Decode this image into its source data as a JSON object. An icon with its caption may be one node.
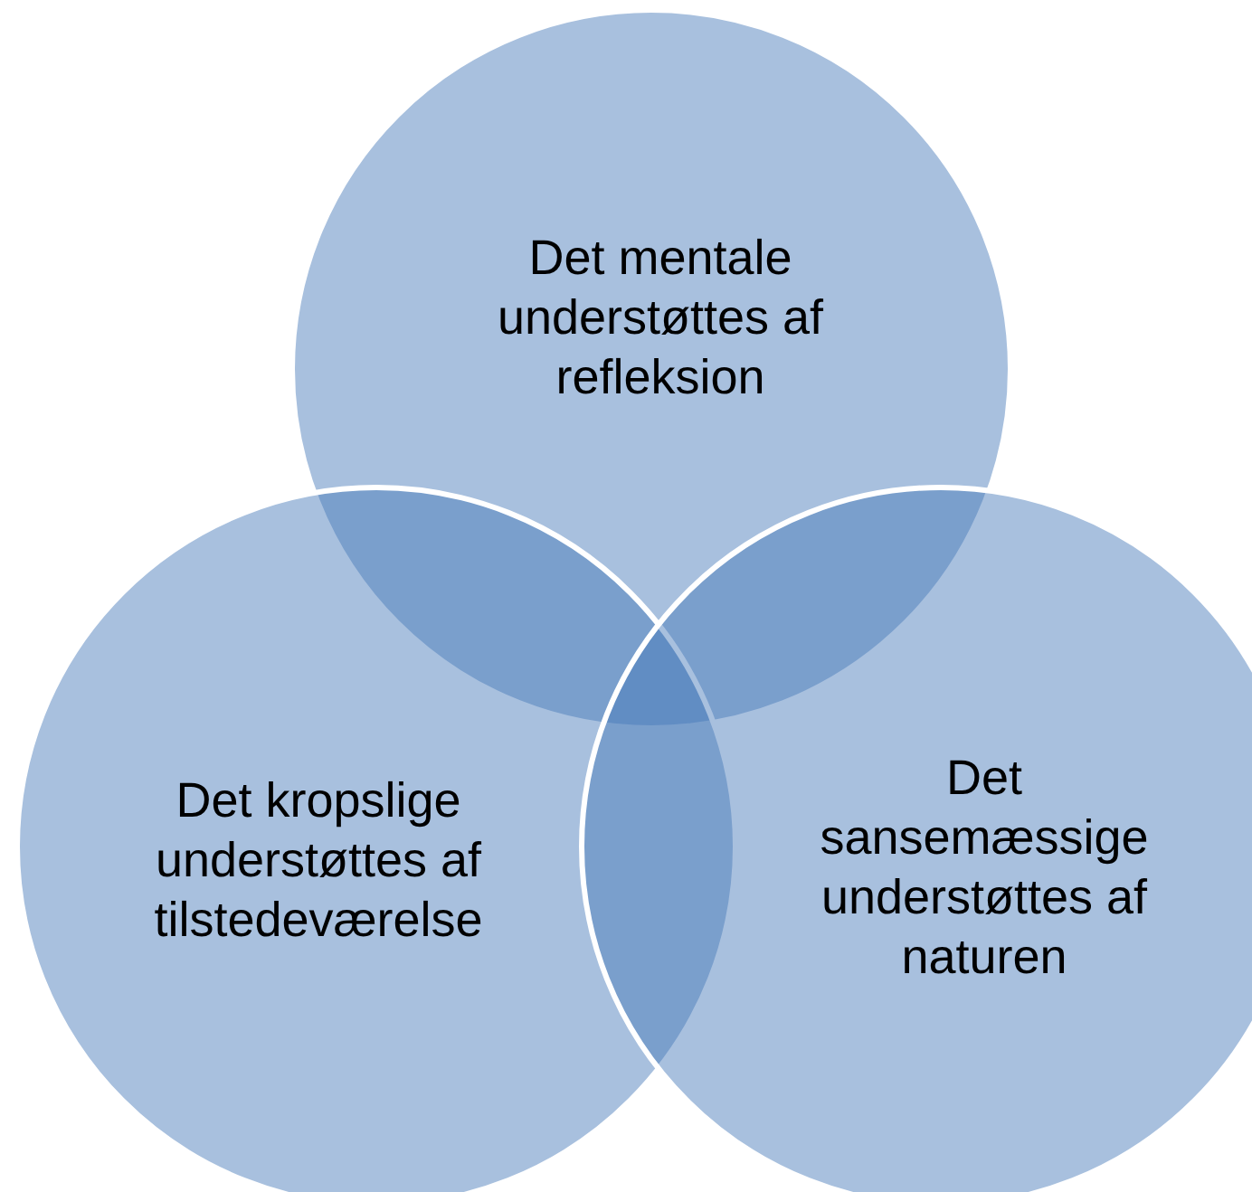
{
  "diagram": {
    "nodes": [
      {
        "text": [
          "Det mentale understøttes af refleksion"
        ]
      },
      {
        "text": [
          "Det kropslige understøttes af tilstedeværelse"
        ]
      },
      {
        "text": [
          "Det sansemæssige understøttes af naturen"
        ]
      }
    ]
  }
}
